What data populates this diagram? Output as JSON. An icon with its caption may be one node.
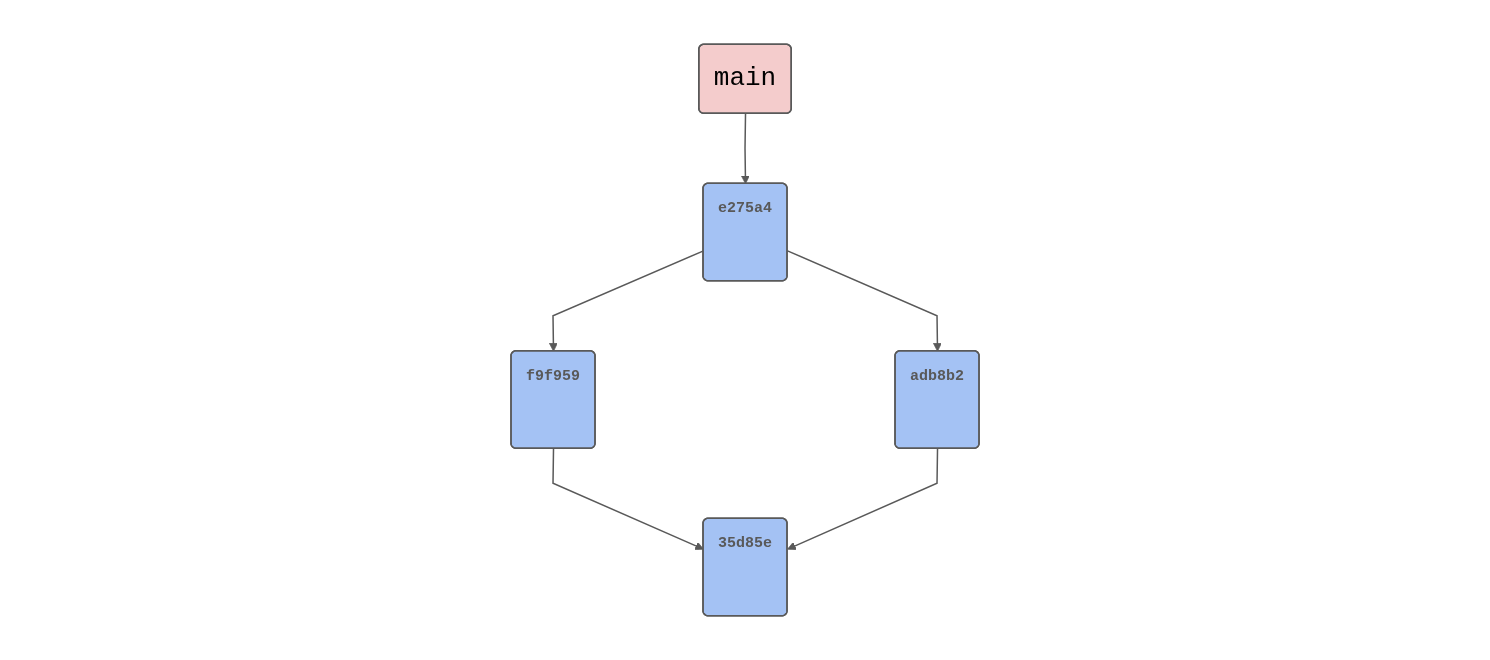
{
  "diagram": {
    "nodes": [
      {
        "text": [
          "main"
        ]
      },
      {
        "text": [
          "e275a4"
        ]
      },
      {
        "text": [
          "f9f959"
        ]
      },
      {
        "text": [
          "adb8b2"
        ]
      },
      {
        "text": [
          "35d85e"
        ]
      }
    ],
    "edges": [
      {
        "from": 0,
        "to": 1,
        "arrow": "to"
      },
      {
        "from": 1,
        "to": 2,
        "arrow": "to"
      },
      {
        "from": 1,
        "to": 3,
        "arrow": "to"
      },
      {
        "from": 2,
        "to": 4,
        "arrow": "to"
      },
      {
        "from": 3,
        "to": 4,
        "arrow": "to"
      }
    ]
  }
}
